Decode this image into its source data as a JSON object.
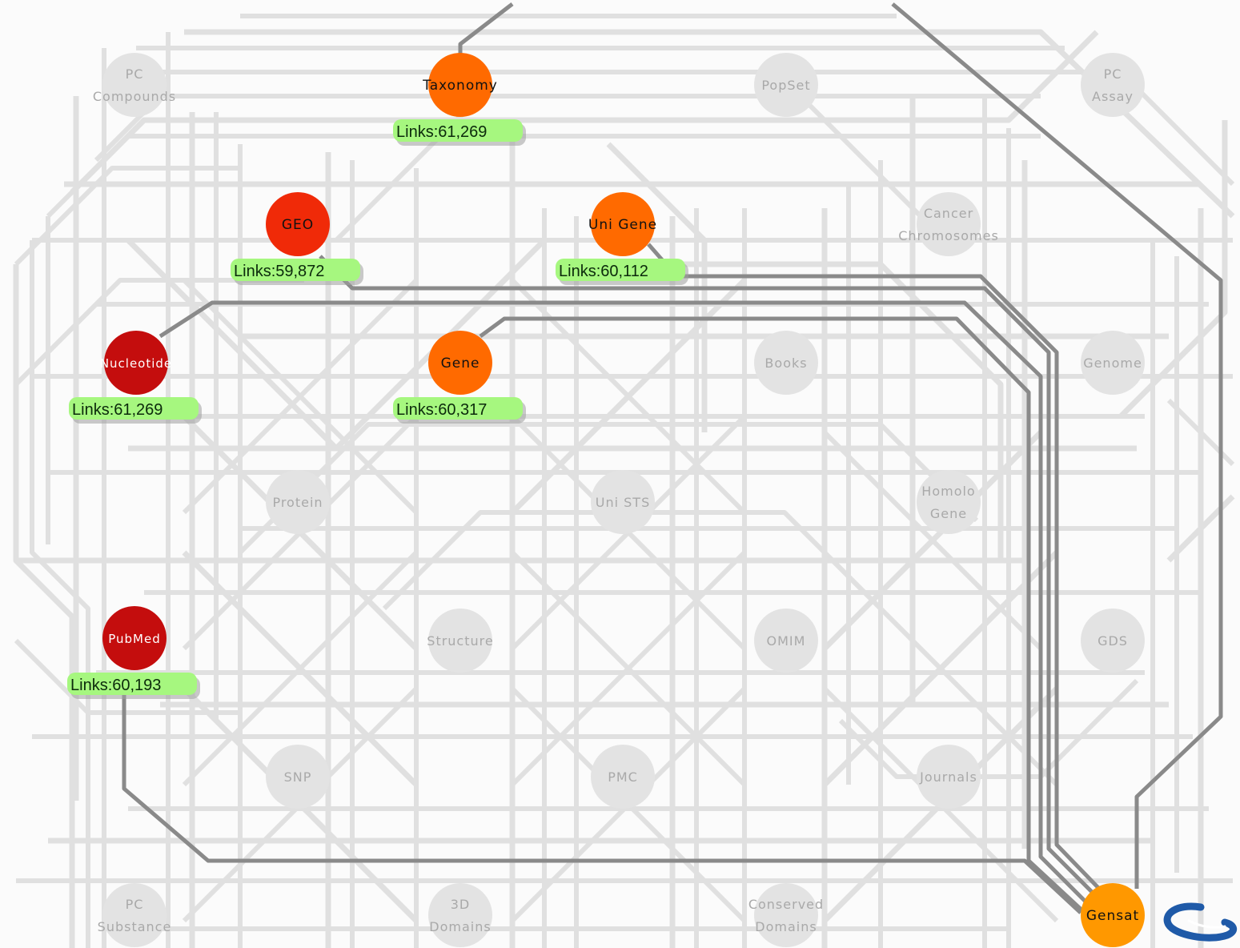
{
  "nodes": [
    {
      "id": "pc-compounds",
      "lines": [
        "PC",
        "Compounds"
      ],
      "state": "inactive"
    },
    {
      "id": "taxonomy",
      "lines": [
        "Taxonomy"
      ],
      "state": "active",
      "color": "#ff6a00",
      "links": "Links:61,269"
    },
    {
      "id": "popset",
      "lines": [
        "PopSet"
      ],
      "state": "inactive"
    },
    {
      "id": "pc-assay",
      "lines": [
        "PC",
        "Assay"
      ],
      "state": "inactive"
    },
    {
      "id": "geo",
      "lines": [
        "GEO"
      ],
      "state": "active",
      "color": "#f02a08",
      "links": "Links:59,872"
    },
    {
      "id": "unigene",
      "lines": [
        "Uni Gene"
      ],
      "state": "active",
      "color": "#ff6a00",
      "links": "Links:60,112"
    },
    {
      "id": "cancer-chromosomes",
      "lines": [
        "Cancer",
        "Chromosomes"
      ],
      "state": "inactive"
    },
    {
      "id": "nucleotide",
      "lines": [
        "Nucleotide"
      ],
      "state": "active-light",
      "color": "#c40d0d",
      "links": "Links:61,269"
    },
    {
      "id": "gene",
      "lines": [
        "Gene"
      ],
      "state": "active",
      "color": "#ff6a00",
      "links": "Links:60,317"
    },
    {
      "id": "books",
      "lines": [
        "Books"
      ],
      "state": "inactive"
    },
    {
      "id": "genome",
      "lines": [
        "Genome"
      ],
      "state": "inactive"
    },
    {
      "id": "protein",
      "lines": [
        "Protein"
      ],
      "state": "inactive"
    },
    {
      "id": "unists",
      "lines": [
        "Uni STS"
      ],
      "state": "inactive"
    },
    {
      "id": "homologene",
      "lines": [
        "Homolo",
        "Gene"
      ],
      "state": "inactive"
    },
    {
      "id": "pubmed",
      "lines": [
        "PubMed"
      ],
      "state": "active-light",
      "color": "#c40d0d",
      "links": "Links:60,193"
    },
    {
      "id": "structure",
      "lines": [
        "Structure"
      ],
      "state": "inactive"
    },
    {
      "id": "omim",
      "lines": [
        "OMIM"
      ],
      "state": "inactive"
    },
    {
      "id": "gds",
      "lines": [
        "GDS"
      ],
      "state": "inactive"
    },
    {
      "id": "snp",
      "lines": [
        "SNP"
      ],
      "state": "inactive"
    },
    {
      "id": "pmc",
      "lines": [
        "PMC"
      ],
      "state": "inactive"
    },
    {
      "id": "journals",
      "lines": [
        "Journals"
      ],
      "state": "inactive"
    },
    {
      "id": "pc-substance",
      "lines": [
        "PC",
        "Substance"
      ],
      "state": "inactive"
    },
    {
      "id": "3d-domains",
      "lines": [
        "3D",
        "Domains"
      ],
      "state": "inactive"
    },
    {
      "id": "conserved-domains",
      "lines": [
        "Conserved",
        "Domains"
      ],
      "state": "inactive"
    },
    {
      "id": "gensat",
      "lines": [
        "Gensat"
      ],
      "state": "active",
      "color": "#ff9800"
    }
  ],
  "colors": {
    "inactive_node": "#e3e3e3",
    "background_line": "#e0e0e0",
    "active_line": "#8a8a8a",
    "badge_fill": "#a6f77f",
    "logo": "#1f5aa8"
  },
  "logo_icon": "swirl-logo-icon"
}
